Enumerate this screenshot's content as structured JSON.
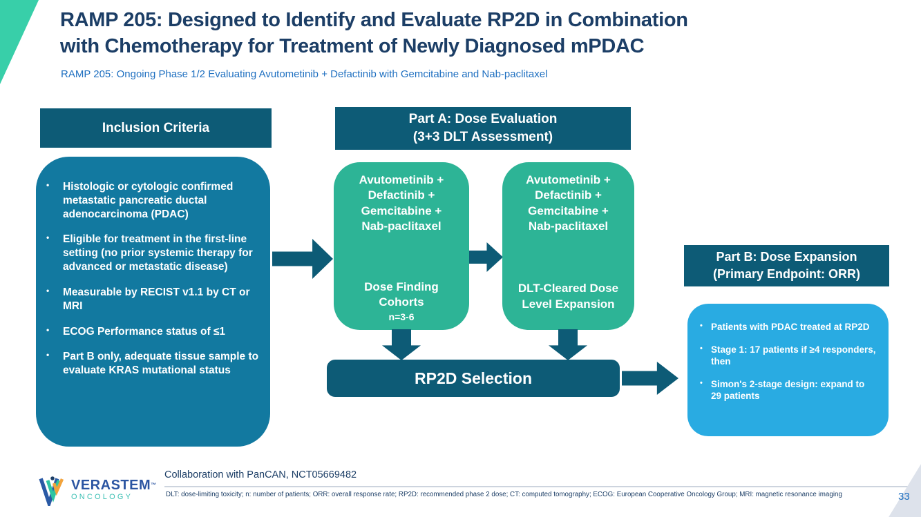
{
  "colors": {
    "dark_teal": "#0d5b76",
    "inclusion_teal": "#1279a0",
    "dose_green": "#2db496",
    "corner_green": "#38cfa9",
    "expansion_blue": "#29abe2",
    "title_navy": "#1c3e66",
    "subtitle_blue": "#1e6fc0"
  },
  "header": {
    "title_line1": "RAMP 205: Designed to Identify and Evaluate RP2D in Combination",
    "title_line2": "with Chemotherapy for Treatment of Newly Diagnosed mPDAC",
    "subtitle": "RAMP 205: Ongoing Phase 1/2 Evaluating Avutometinib + Defactinib with Gemcitabine and Nab-paclitaxel"
  },
  "inclusion": {
    "header": "Inclusion Criteria",
    "bullets": [
      "Histologic or cytologic confirmed metastatic pancreatic ductal adenocarcinoma (PDAC)",
      "Eligible for treatment in the first-line setting (no prior systemic therapy for advanced or metastatic disease)",
      "Measurable by RECIST v1.1 by CT or MRI",
      "ECOG Performance status of ≤1",
      "Part B only, adequate tissue sample to evaluate KRAS mutational status"
    ]
  },
  "part_a": {
    "header_line1": "Part A: Dose Evaluation",
    "header_line2": "(3+3 DLT Assessment)",
    "box1": {
      "regimen_lines": [
        "Avutometinib +",
        "Defactinib +",
        "Gemcitabine +",
        "Nab-paclitaxel"
      ],
      "label_line1": "Dose Finding",
      "label_line2": "Cohorts",
      "n_label": "n=3-6"
    },
    "box2": {
      "regimen_lines": [
        "Avutometinib +",
        "Defactinib +",
        "Gemcitabine +",
        "Nab-paclitaxel"
      ],
      "label_line1": "DLT-Cleared Dose",
      "label_line2": "Level Expansion"
    }
  },
  "rp2d": {
    "label": "RP2D Selection"
  },
  "part_b": {
    "header_line1": "Part B: Dose Expansion",
    "header_line2": "(Primary Endpoint: ORR)",
    "bullets": [
      "Patients with PDAC treated at RP2D",
      "Stage 1: 17 patients if ≥4 responders, then",
      "Simon's 2-stage design: expand to 29 patients"
    ]
  },
  "footer": {
    "logo_primary": "VERASTEM",
    "logo_tm": "™",
    "logo_secondary": "ONCOLOGY",
    "collaboration": "Collaboration with PanCAN, NCT05669482",
    "footnote": "DLT: dose-limiting toxicity; n: number of patients; ORR: overall response rate; RP2D: recommended phase 2 dose; CT: computed tomography; ECOG: European Cooperative Oncology Group; MRI: magnetic resonance imaging",
    "page_number": "33"
  },
  "icons": {
    "logo": "verastem-logo",
    "flow_arrow": "block-arrow"
  }
}
